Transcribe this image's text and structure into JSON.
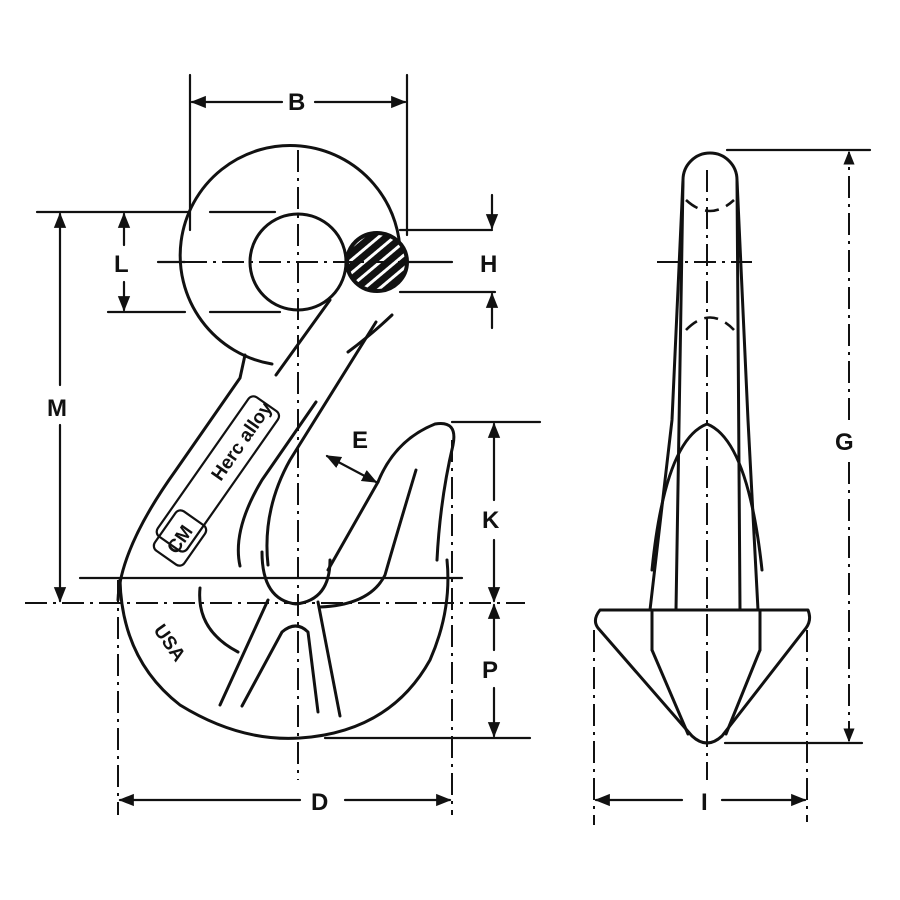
{
  "figure": {
    "subject": "Grab hook dimension drawing",
    "views": [
      "front view",
      "side view"
    ],
    "line_color": "#111111",
    "background": "#ffffff"
  },
  "dimensions": {
    "B": "B",
    "H": "H",
    "L": "L",
    "M": "M",
    "E": "E",
    "K": "K",
    "P": "P",
    "D": "D",
    "G": "G",
    "I": "I"
  },
  "markings": {
    "brand": "Herc alloy",
    "origin": "USA",
    "logo": "CM"
  }
}
